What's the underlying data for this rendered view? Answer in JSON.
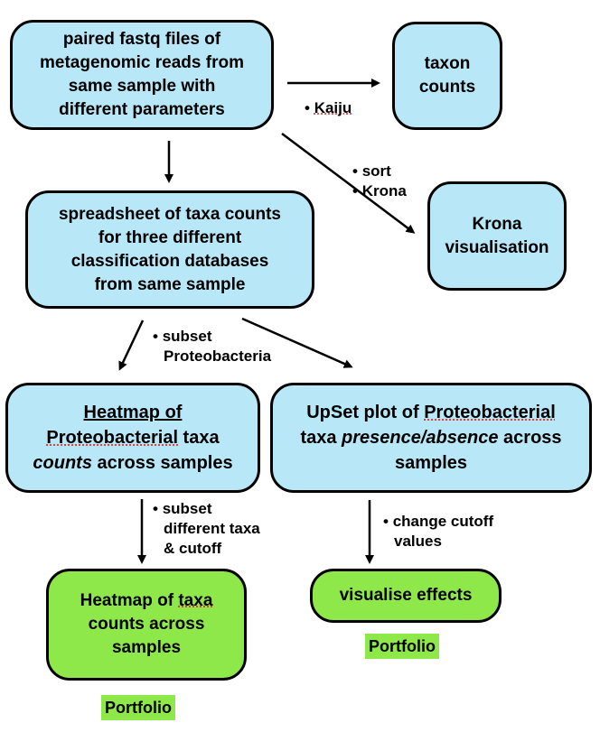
{
  "nodes": {
    "fastq": [
      "paired fastq files of",
      "metagenomic reads from",
      "same sample with",
      "different parameters"
    ],
    "taxon_counts": [
      "taxon",
      "counts"
    ],
    "krona": [
      "Krona",
      "visualisation"
    ],
    "spreadsheet": [
      "spreadsheet of taxa counts",
      "for three different",
      "classification databases",
      "from same sample"
    ],
    "heatmap_prot": {
      "l1": "Heatmap of",
      "l2a": "Proteobacterial",
      "l2b": " taxa",
      "l3a": "counts",
      "l3b": " across samples"
    },
    "upset": {
      "l1a": "UpSet plot of ",
      "l1b": "Proteobacterial",
      "l2a": "taxa ",
      "l2b": "presence/absence",
      "l2c": " across",
      "l3": "samples"
    },
    "heatmap_taxa": {
      "l1a": "Heatmap of ",
      "l1b": "taxa",
      "l2": "counts across",
      "l3": "samples"
    },
    "visualise": "visualise effects"
  },
  "labels": {
    "kaiju": "Kaiju",
    "sort": "sort",
    "krona": "Krona",
    "subset_prot": [
      "subset",
      "Proteobacteria"
    ],
    "subset_taxa": [
      "subset",
      "different taxa",
      "& cutoff"
    ],
    "cutoff": [
      "change cutoff",
      "values"
    ],
    "bullet": "•"
  },
  "tags": {
    "portfolio_left": "Portfolio",
    "portfolio_right": "Portfolio"
  },
  "colors": {
    "blue_box": "#b8e8f8",
    "green_box": "#8fe84a"
  }
}
